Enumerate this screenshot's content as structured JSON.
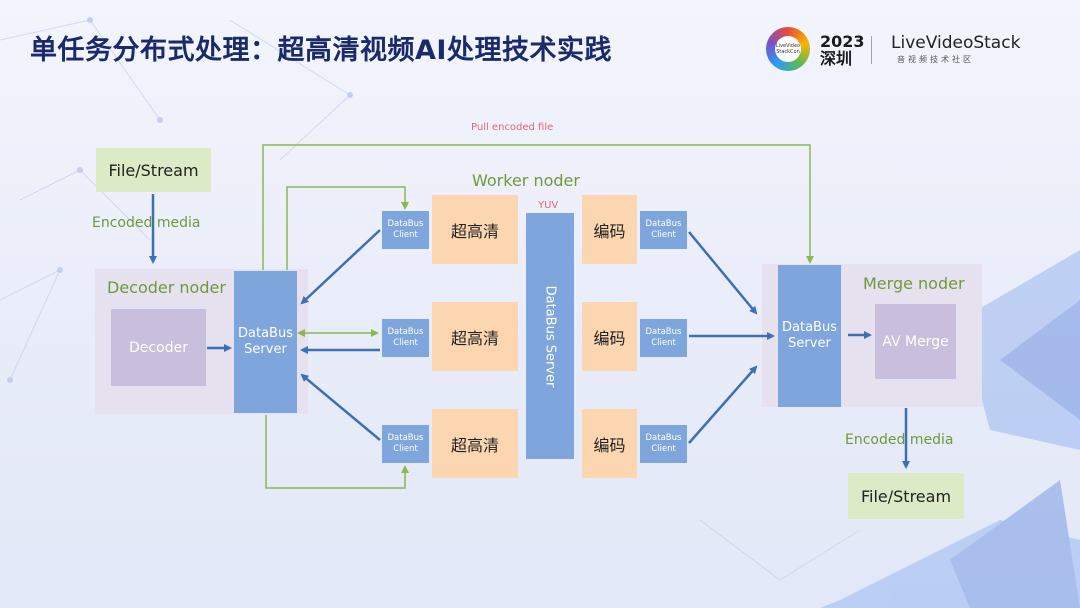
{
  "slide": {
    "title": "单任务分布式处理：超高清视频AI处理技术实践"
  },
  "logo": {
    "event_badge_text": "LiveVideo StackCon",
    "year": "2023",
    "city": "深圳",
    "brand": "LiveVideoStack",
    "brand_sub": "音视频技术社区"
  },
  "diagram": {
    "pull_label": "Pull  encoded file",
    "input_source": "File/Stream",
    "input_edge": "Encoded  media",
    "decoder_region": "Decoder noder",
    "decoder": "Decoder",
    "databus_server_left": "DataBus Server",
    "worker_region": "Worker noder",
    "yuv_label": "YUV",
    "client_label": "DataBus Client",
    "sr_rows": [
      "超高清",
      "超高清",
      "超高清"
    ],
    "encode_rows": [
      "编码",
      "编码",
      "编码"
    ],
    "center_bus": "DataBus Server",
    "merge_region": "Merge noder",
    "databus_server_right": "DataBus Server",
    "merge": "AV Merge",
    "output_edge": "Encoded  media",
    "output_target": "File/Stream"
  },
  "colors": {
    "title": "#1a2a6c",
    "accent_green": "#6f9a3a",
    "box_blue": "#7ea6dc",
    "box_peach": "#fcd6b0",
    "arrow_blue": "#3d6fb5",
    "arrow_green": "#8cb84e",
    "pull_red": "#e3647a"
  }
}
